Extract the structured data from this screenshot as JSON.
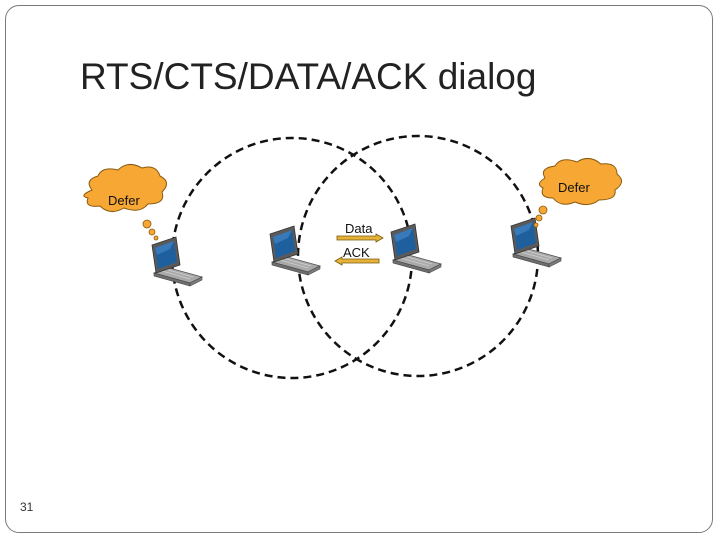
{
  "slide": {
    "title": "RTS/CTS/DATA/ACK dialog",
    "page_number": "31"
  },
  "diagram": {
    "left_bubble": "Defer",
    "right_bubble": "Defer",
    "data_label": "Data",
    "ack_label": "ACK",
    "colors": {
      "bubble_fill": "#f7a733",
      "bubble_stroke": "#8a5a10",
      "arrow_fill": "#e6b23a",
      "laptop_screen": "#1e5f9e",
      "laptop_body": "#8f8f8f",
      "circle_stroke": "#111111"
    }
  }
}
